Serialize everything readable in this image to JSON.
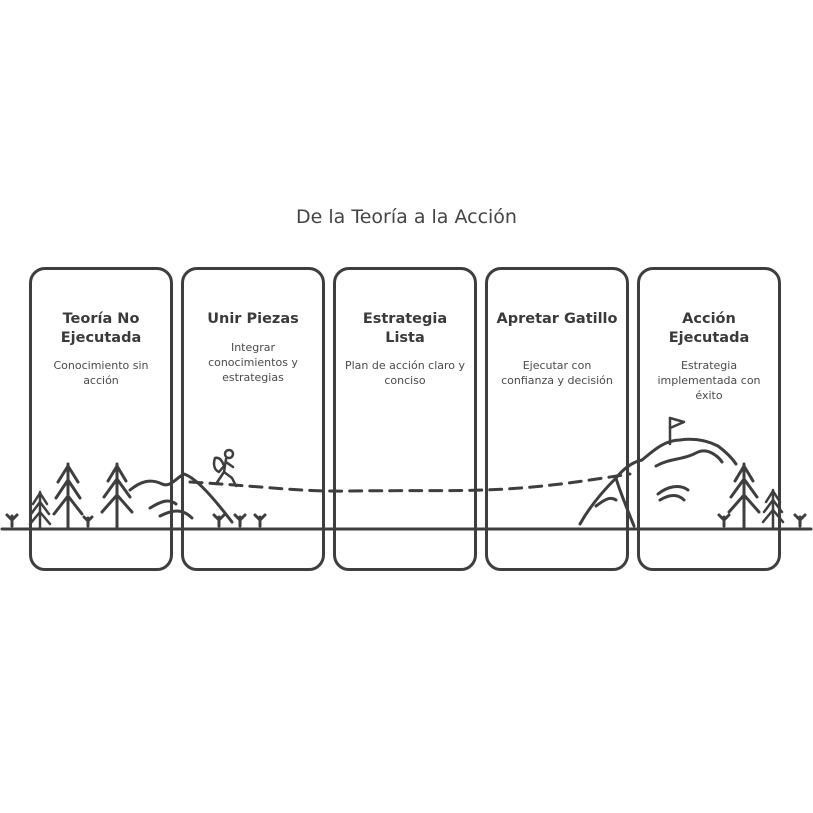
{
  "diagram": {
    "title": "De la Teoría a la Acción",
    "stages": [
      {
        "title": "Teoría No Ejecutada",
        "desc": "Conocimiento sin acción"
      },
      {
        "title": "Unir Piezas",
        "desc": "Integrar conocimientos y estrategias"
      },
      {
        "title": "Estrategia Lista",
        "desc": "Plan de acción claro y conciso"
      },
      {
        "title": "Apretar Gatillo",
        "desc": "Ejecutar con confianza y decisión"
      },
      {
        "title": "Acción Ejecutada",
        "desc": "Estrategia implementada con éxito"
      }
    ],
    "icons": [
      "pine-tree-icon",
      "hiker-icon",
      "mountain-icon",
      "flag-icon",
      "grass-icon"
    ],
    "colors": {
      "stroke": "#3e3e3e",
      "text": "#3a3a3a",
      "background": "#ffffff"
    }
  }
}
